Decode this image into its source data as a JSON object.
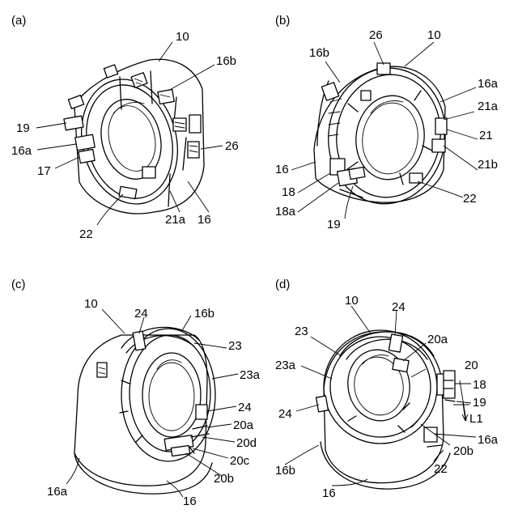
{
  "panels": {
    "a": {
      "tag": "(a)",
      "labels": {
        "p10": "10",
        "p16b": "16b",
        "p19": "19",
        "p16a": "16a",
        "p17": "17",
        "p26": "26",
        "p22": "22",
        "p21a": "21a",
        "p16": "16"
      }
    },
    "b": {
      "tag": "(b)",
      "labels": {
        "p26": "26",
        "p10": "10",
        "p16b": "16b",
        "p16a": "16a",
        "p21a": "21a",
        "p21": "21",
        "p21b": "21b",
        "p16": "16",
        "p18": "18",
        "p18a": "18a",
        "p19": "19",
        "p22": "22"
      }
    },
    "c": {
      "tag": "(c)",
      "labels": {
        "p10": "10",
        "p24a": "24",
        "p16b": "16b",
        "p23": "23",
        "p23a": "23a",
        "p24b": "24",
        "p20a": "20a",
        "p20d": "20d",
        "p20c": "20c",
        "p20b": "20b",
        "p16a": "16a",
        "p16": "16"
      }
    },
    "d": {
      "tag": "(d)",
      "labels": {
        "p10": "10",
        "p24a": "24",
        "p23": "23",
        "p20a": "20a",
        "p23a": "23a",
        "p20": "20",
        "p18": "18",
        "p19": "19",
        "p24b": "24",
        "pL1": "L1",
        "p16a": "16a",
        "p20b": "20b",
        "p16b": "16b",
        "p22": "22",
        "p16": "16"
      }
    }
  }
}
